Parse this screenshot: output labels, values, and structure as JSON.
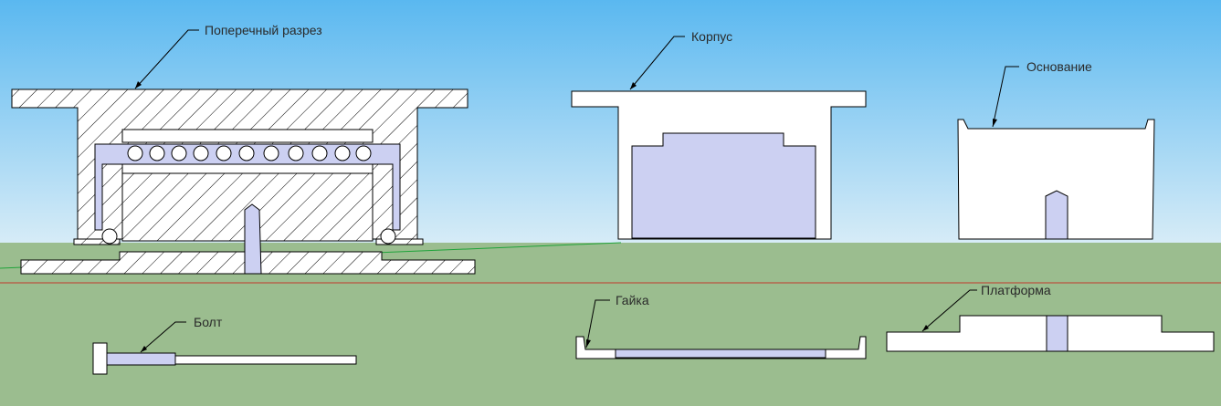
{
  "labels": {
    "cross_section": "Поперечный разрез",
    "body": "Корпус",
    "base": "Основание",
    "bolt": "Болт",
    "nut": "Гайка",
    "platform": "Платформа"
  },
  "colors": {
    "sky_top": "#5ab8f0",
    "sky_bottom": "#d7ecf7",
    "ground": "#9bbd8f",
    "part_fill": "#ffffff",
    "part_inner": "#ccd0f2",
    "axis_red": "#c0392b",
    "axis_green": "#1fa33a"
  }
}
